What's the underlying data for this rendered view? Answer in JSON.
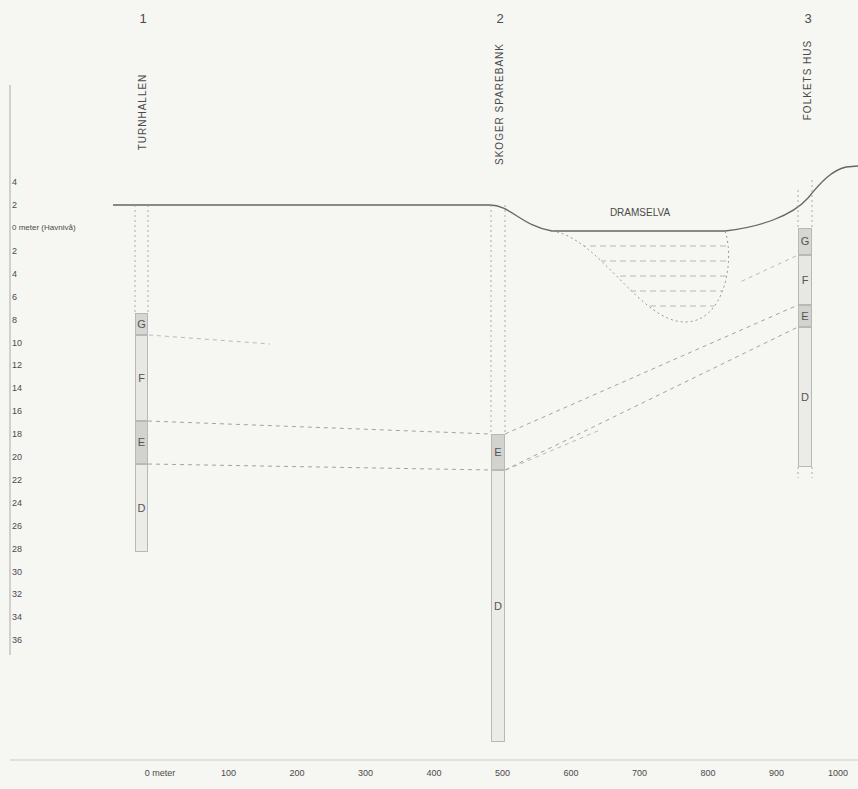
{
  "diagram": {
    "nodes": [
      {
        "text": [
          "G"
        ]
      },
      {
        "text": [
          "F"
        ]
      },
      {
        "text": [
          "E"
        ]
      },
      {
        "text": [
          "D"
        ]
      },
      {
        "text": [
          "E"
        ]
      },
      {
        "text": [
          "D"
        ]
      },
      {
        "text": [
          "G"
        ]
      },
      {
        "text": [
          "F"
        ]
      },
      {
        "text": [
          "E"
        ]
      },
      {
        "text": [
          "D"
        ]
      }
    ],
    "edges": [
      {
        "from": 2,
        "to": 4,
        "arrow": "none"
      },
      {
        "from": 4,
        "to": 8,
        "arrow": "none"
      }
    ],
    "labels": [
      "1",
      "TURNHALLEN",
      "2",
      "SKOGER SPAREBANK",
      "3",
      "FOLKETS HUS",
      "DRAMSELVA",
      "4",
      "2",
      "0 meter (Havnivå)",
      "2",
      "4",
      "6",
      "8",
      "10",
      "12",
      "14",
      "16",
      "18",
      "20",
      "22",
      "24",
      "26",
      "28",
      "30",
      "32",
      "34",
      "36",
      "0 meter",
      "100",
      "200",
      "300",
      "400",
      "500",
      "600",
      "700",
      "800",
      "900",
      "1000"
    ]
  }
}
